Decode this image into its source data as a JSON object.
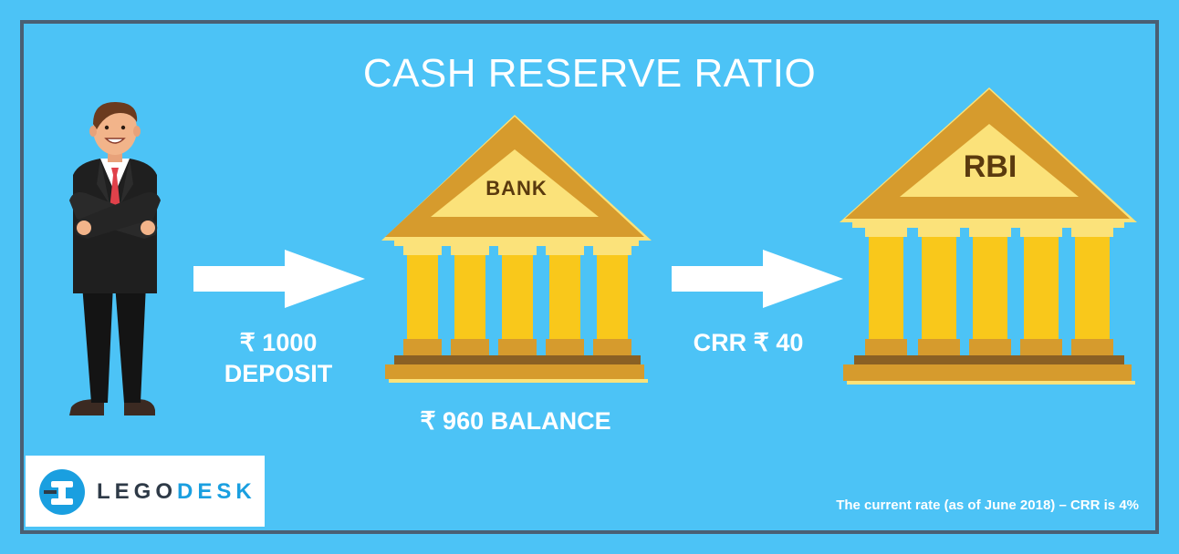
{
  "title": "CASH RESERVE RATIO",
  "deposit": {
    "amount": "₹ 1000",
    "label": "DEPOSIT"
  },
  "bank": {
    "sign": "BANK",
    "balance": "₹ 960 BALANCE"
  },
  "crr": {
    "amount": "CRR ₹ 40"
  },
  "rbi": {
    "sign": "RBI"
  },
  "footnote": "The current rate (as of June 2018) – CRR is 4%",
  "logo": {
    "part1": "LEGO",
    "part2": "DESK"
  },
  "icons": {
    "person": "businessman-icon",
    "bank": "bank-building-icon",
    "rbi": "rbi-building-icon",
    "arrow": "right-arrow-icon",
    "logo": "gavel-logo-icon"
  },
  "colors": {
    "background": "#4cc3f6",
    "border": "#4a5f73",
    "pillar": "#f9c81b",
    "roof": "#d69b2d",
    "logo_blue": "#1a9fe0",
    "logo_dark": "#2e3a47"
  }
}
